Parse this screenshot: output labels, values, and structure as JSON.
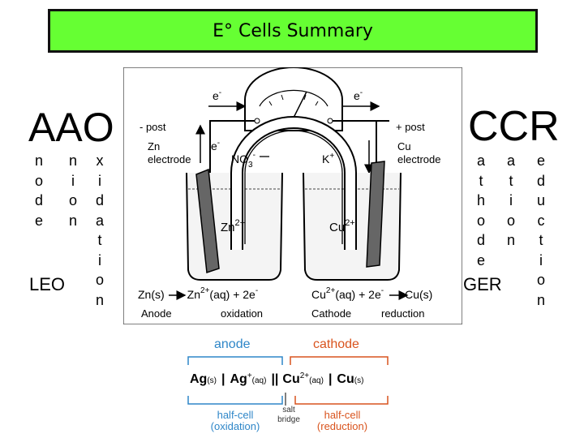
{
  "title": "E° Cells Summary",
  "left": {
    "acronym": "AAO",
    "columns": [
      "node",
      "nion",
      "xidation"
    ],
    "mnemonic": "LEO"
  },
  "right": {
    "acronym": "CCR",
    "columns": [
      "athode",
      "ation",
      "eduction"
    ],
    "mnemonic": "GER"
  },
  "cell": {
    "minus_post": "- post",
    "plus_post": "+ post",
    "zn_electrode_1": "Zn",
    "zn_electrode_2": "electrode",
    "cu_electrode_1": "Cu",
    "cu_electrode_2": "electrode",
    "electron": "e",
    "electron_sup": "-",
    "anion": "NO",
    "anion_sub": "3",
    "anion_sup": "-",
    "cation": "K",
    "cation_sup": "+",
    "zn_ion": "Zn",
    "zn_ion_sup": "2+",
    "cu_ion": "Cu",
    "cu_ion_sup": "2+",
    "anode_rxn_left": "Zn(s)",
    "anode_rxn_right": "Zn",
    "anode_rxn_right_sup": "2+",
    "anode_rxn_tail": "(aq) + 2e",
    "anode_rxn_tail_sup": "-",
    "cathode_rxn_left": "Cu",
    "cathode_rxn_left_sup": "2+",
    "cathode_rxn_mid": "(aq) + 2e",
    "cathode_rxn_mid_sup": "-",
    "cathode_rxn_right": "Cu(s)",
    "anode_label": "Anode",
    "oxidation_label": "oxidation",
    "cathode_label": "Cathode",
    "reduction_label": "reduction"
  },
  "notation": {
    "anode": "anode",
    "cathode": "cathode",
    "ag_s": "Ag",
    "ag_s_sub": "(s)",
    "bar1": "|",
    "ag_aq": "Ag",
    "ag_aq_sup": "+",
    "ag_aq_sub": "(aq)",
    "bar2": "||",
    "cu_aq": "Cu",
    "cu_aq_sup": "2+",
    "cu_aq_sub": "(aq)",
    "bar3": "|",
    "cu_s": "Cu",
    "cu_s_sub": "(s)",
    "half_cell_left_1": "half-cell",
    "half_cell_left_2": "(oxidation)",
    "salt_1": "salt",
    "salt_2": "bridge",
    "half_cell_right_1": "half-cell",
    "half_cell_right_2": "(reduction)"
  },
  "colors": {
    "title_bg": "#66ff33",
    "anode_blue": "#2e86c8",
    "cathode_orange": "#d9541e",
    "electrode_gray": "#666666"
  }
}
